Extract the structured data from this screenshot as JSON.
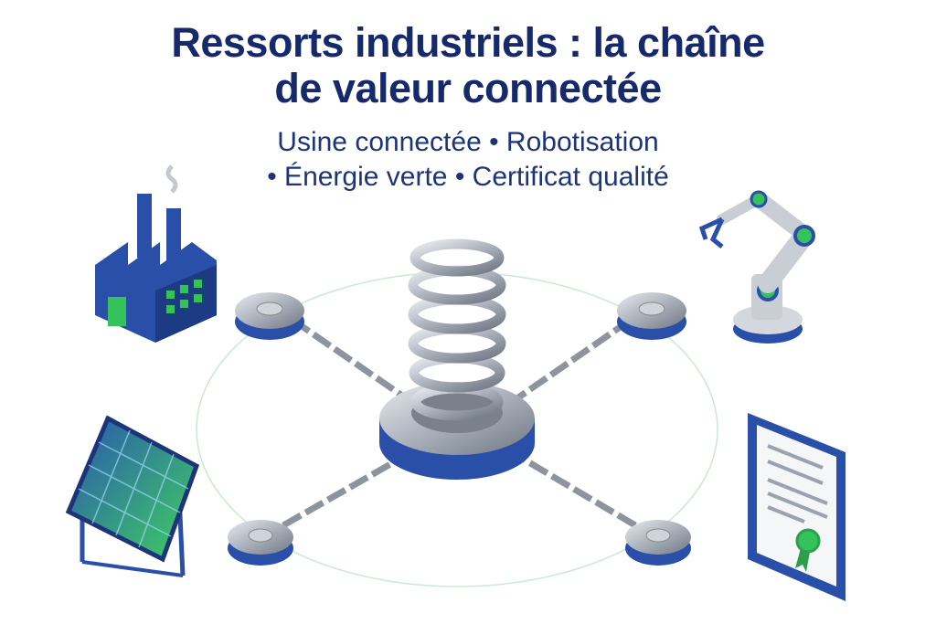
{
  "title": {
    "line1": "Ressorts industriels : la chaîne",
    "line2": "de valeur connectée"
  },
  "subtitle": {
    "line1": "Usine connectée • Robotisation",
    "line2": "• Énergie verte • Certificat qualité"
  },
  "colors": {
    "title": "#16296b",
    "accent_blue": "#2a4fa8",
    "accent_green": "#2fc45a",
    "metal": "#a9b0ba"
  },
  "icons": [
    "factory-icon",
    "robot-arm-icon",
    "solar-panel-icon",
    "certificate-icon",
    "spring-icon",
    "chain-icon"
  ]
}
